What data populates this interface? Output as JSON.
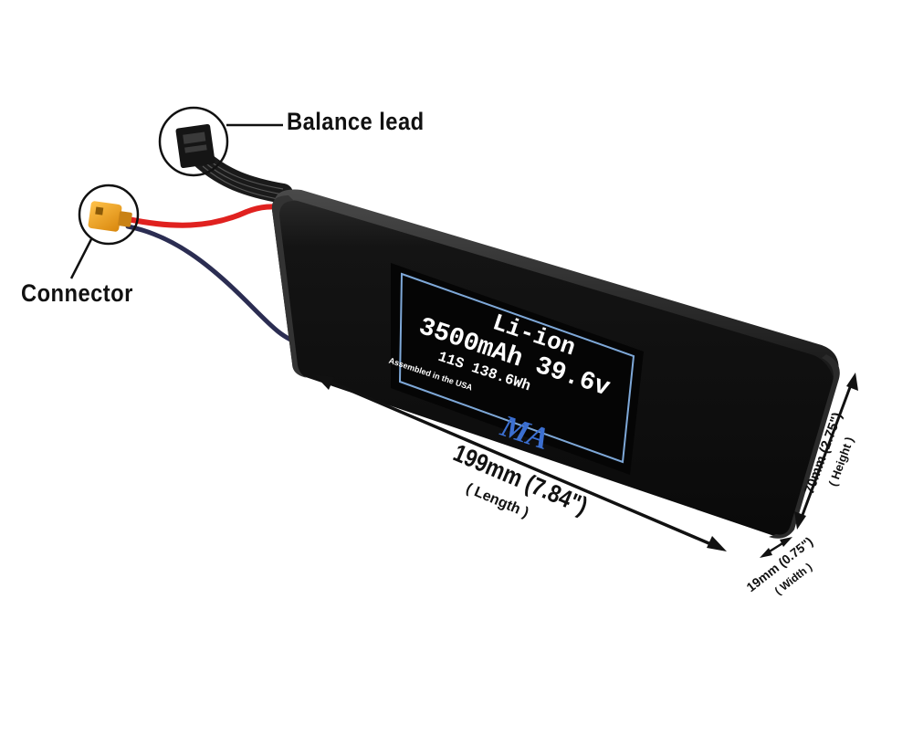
{
  "callouts": {
    "balance_lead": "Balance lead",
    "connector": "Connector"
  },
  "label": {
    "chemistry": "Li-ion",
    "spec_line": "3500mAh 39.6v",
    "config_line": "11S 138.6Wh",
    "assembled": "Assembled in the USA",
    "logo": "MA"
  },
  "dimensions": {
    "length_value": "199mm (7.84\")",
    "length_caption": "( Length )",
    "height_value": "70mm (2.75\")",
    "height_caption": "( Height )",
    "width_value": "19mm (0.75\")",
    "width_caption": "( Width )"
  },
  "colors": {
    "battery_body": "#111111",
    "label_border": "#7ea8d8",
    "positive_wire": "#e0211f",
    "negative_wire": "#2b2d52",
    "connector": "#f2a21c",
    "logo": "#3b6fd1"
  }
}
